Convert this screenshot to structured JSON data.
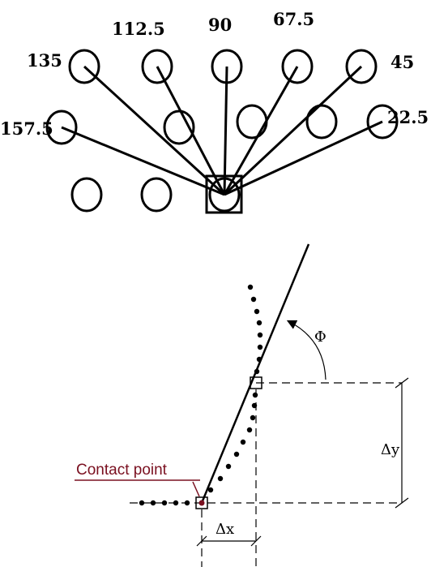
{
  "direction_diagram": {
    "angle_labels": [
      "135",
      "112.5",
      "90",
      "67.5",
      "45",
      "157.5",
      "22.5"
    ]
  },
  "contact_diagram": {
    "angle_symbol": "Φ",
    "dy_label": "Δy",
    "dx_label": "Δx",
    "contact_point_label": "Contact point",
    "contact_point_color": "#7a1020"
  }
}
